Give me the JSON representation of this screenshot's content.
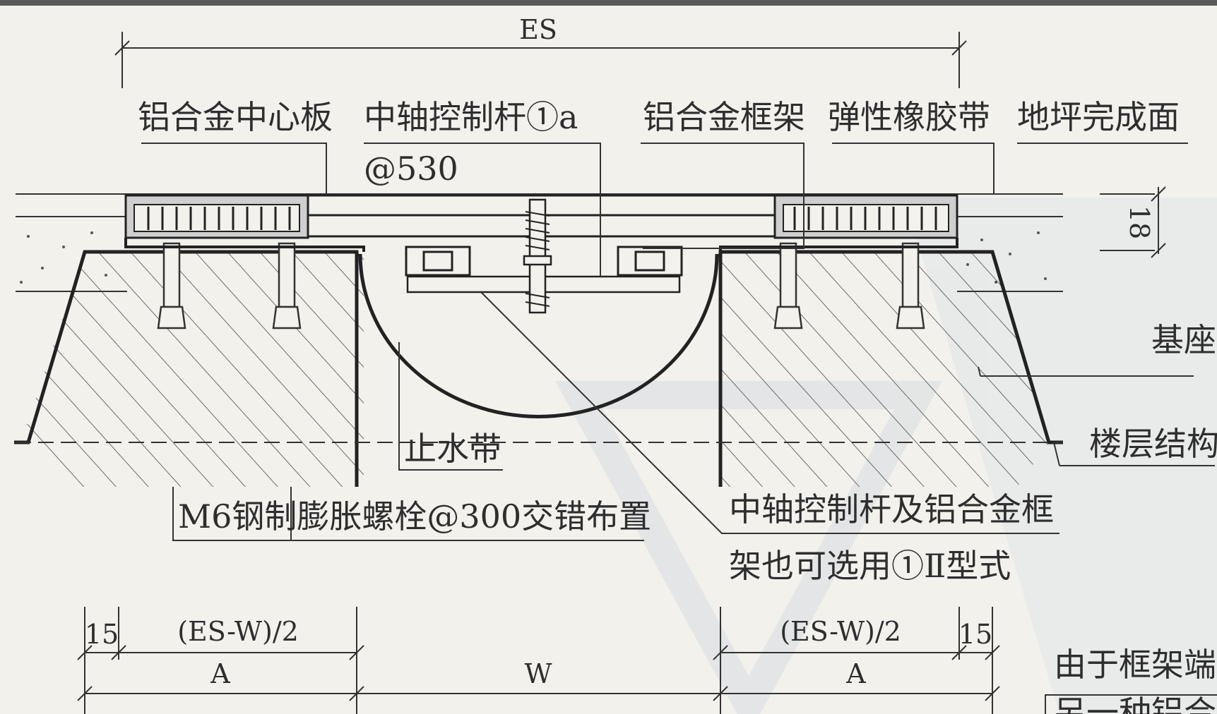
{
  "labels": {
    "es_top": "ES",
    "center_plate": "铝合金中心板",
    "control_rod": "中轴控制杆①a",
    "control_rod_spacing": "@530",
    "alu_frame": "铝合金框架",
    "rubber_strip": "弹性橡胶带",
    "floor_finish": "地坪完成面",
    "thickness": "18",
    "base": "基座",
    "water_stop": "止水带",
    "floor_structure": "楼层结构",
    "anchor_bolt": "M6钢制膨胀螺栓@300交错布置",
    "note_line1": "中轴控制杆及铝合金框",
    "note_line2": "架也可选用①Ⅱ型式",
    "dim_left_15": "15",
    "dim_left_half": "(ES-W)/2",
    "dim_left_a": "A",
    "dim_w": "W",
    "dim_right_half": "(ES-W)/2",
    "dim_right_15": "15",
    "dim_right_a": "A",
    "footer_note": "由于框架端",
    "footer_note_partial": "另一种铝合"
  }
}
